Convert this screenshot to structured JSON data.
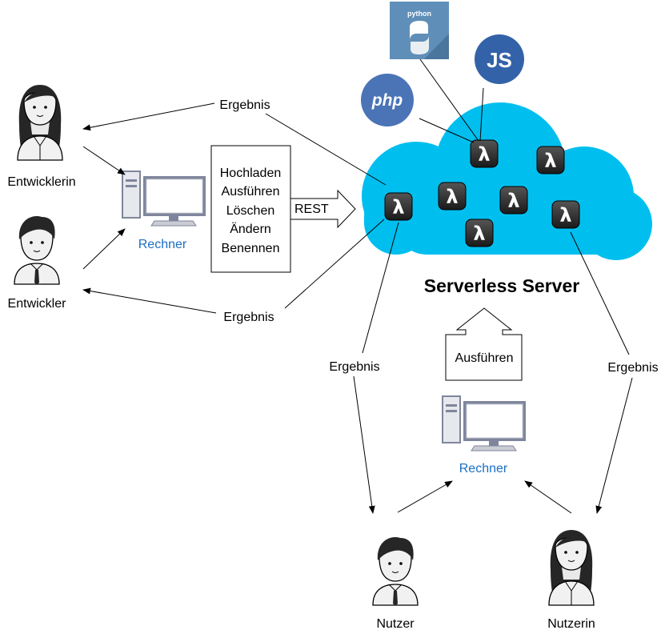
{
  "labels": {
    "developer_female": "Entwicklerin",
    "developer_male": "Entwickler",
    "computer_top": "Rechner",
    "computer_bottom": "Rechner",
    "user_male": "Nutzer",
    "user_female": "Nutzerin",
    "server_title": "Serverless Server",
    "rest": "REST",
    "execute_box": "Ausführen",
    "python_logo": "python",
    "js_logo": "JS",
    "php_logo": "php",
    "lambda": "λ"
  },
  "results": {
    "top": "Ergebnis",
    "middle": "Ergebnis",
    "left_down": "Ergebnis",
    "right_down": "Ergebnis"
  },
  "operations": [
    "Hochladen",
    "Ausführen",
    "Löschen",
    "Ändern",
    "Benennen"
  ],
  "colors": {
    "cloud": "#00bfef",
    "lambda_bg": "#2f2f2f",
    "link_blue": "#1a6fc4",
    "php": "#4a74b6",
    "js": "#3362a8",
    "python_bg": "#5f8fb8"
  },
  "icons": {
    "person": "person-icon",
    "computer": "computer-icon",
    "lambda": "lambda-icon"
  }
}
